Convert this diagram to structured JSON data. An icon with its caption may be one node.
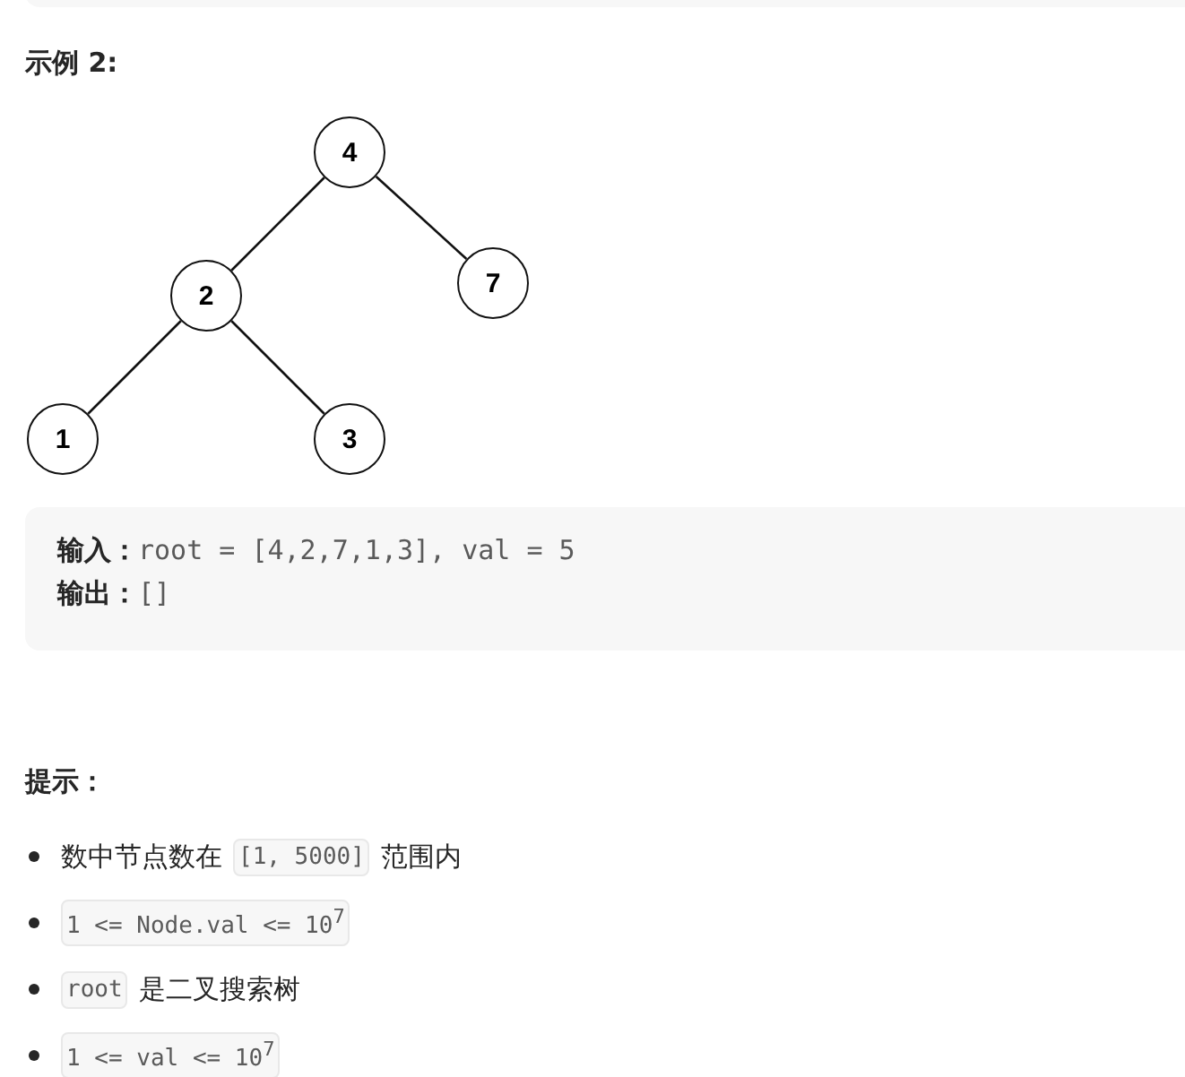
{
  "diagram": {
    "title": "示例 2:",
    "nodes": [
      {
        "text": [
          "4"
        ]
      },
      {
        "text": [
          "2"
        ]
      },
      {
        "text": [
          "7"
        ]
      },
      {
        "text": [
          "1"
        ]
      },
      {
        "text": [
          "3"
        ]
      }
    ],
    "edges": [
      {
        "from": 0,
        "to": 1,
        "arrow": "none"
      },
      {
        "from": 0,
        "to": 2,
        "arrow": "none"
      },
      {
        "from": 1,
        "to": 3,
        "arrow": "none"
      },
      {
        "from": 1,
        "to": 4,
        "arrow": "none"
      }
    ],
    "labels": [
      "输入：",
      "root = [4,2,7,1,3], val = 5",
      "输出：",
      "[]",
      "提示：",
      "数中节点数在",
      "[1, 5000]",
      "范围内",
      "1 <= Node.val <= 10$^{7}$",
      "root",
      "是二叉搜索树",
      "1 <= val <= 10$^{7}$"
    ]
  }
}
